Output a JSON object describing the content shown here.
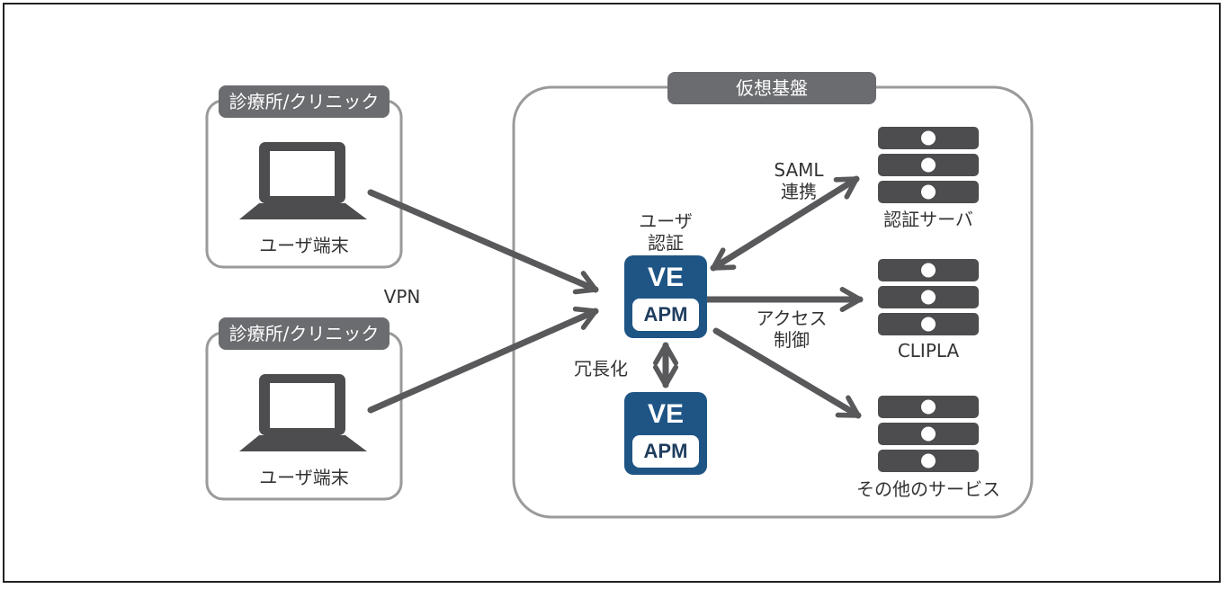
{
  "colors": {
    "arrow": "#59595b",
    "box_border": "#9a9a9a",
    "pill_bg": "#6b6c6f",
    "ve_bg": "#1f5585",
    "apm_text": "#1f3d5e",
    "device": "#4d4d50"
  },
  "clinics": [
    {
      "title": "診療所/クリニック",
      "device_icon": "laptop-icon",
      "device_label": "ユーザ端末"
    },
    {
      "title": "診療所/クリニック",
      "device_icon": "laptop-icon",
      "device_label": "ユーザ端末"
    }
  ],
  "vpn_label": "VPN",
  "platform": {
    "title": "仮想基盤",
    "auth_label_line1": "ユーザ",
    "auth_label_line2": "認証",
    "redundancy_label": "冗長化",
    "appliances": [
      {
        "top": "VE",
        "bottom": "APM"
      },
      {
        "top": "VE",
        "bottom": "APM"
      }
    ],
    "saml_label_line1": "SAML",
    "saml_label_line2": "連携",
    "access_label_line1": "アクセス",
    "access_label_line2": "制御",
    "servers": [
      {
        "icon": "server-icon",
        "label": "認証サーバ"
      },
      {
        "icon": "server-icon",
        "label": "CLIPLA"
      },
      {
        "icon": "server-icon",
        "label": "その他のサービス"
      }
    ]
  }
}
